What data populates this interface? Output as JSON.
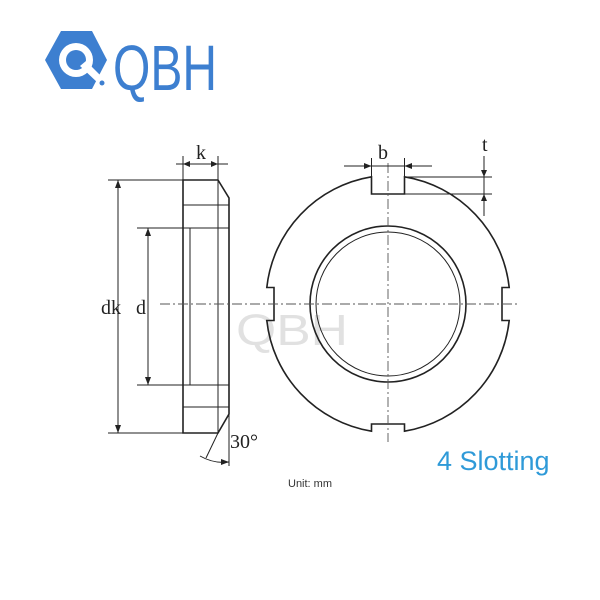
{
  "brand": {
    "logo_text": "QBH",
    "watermark": "QBH",
    "logo_color": "#3d7fd0",
    "icon": "hex-wrench-icon"
  },
  "labels": {
    "width_k": "k",
    "slot_width_b": "b",
    "slot_depth_t": "t",
    "outer_diameter": "dk",
    "inner_diameter": "d",
    "chamfer_angle": "30°"
  },
  "caption": {
    "text": "4 Slotting",
    "color": "#2f9ad8"
  },
  "unit": {
    "text": "Unit: mm"
  }
}
